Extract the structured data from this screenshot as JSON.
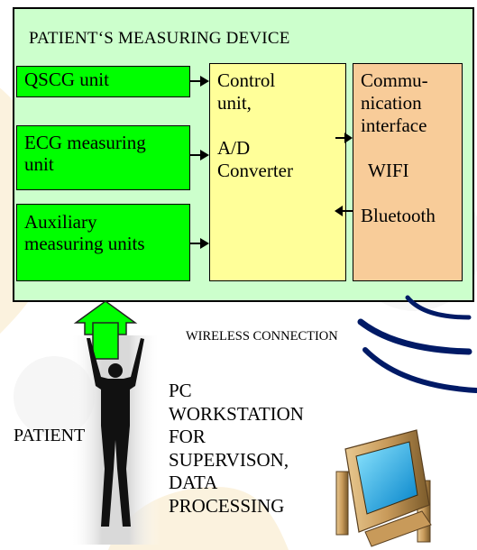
{
  "device": {
    "title": "PATIENT‘S  MEASURING DEVICE",
    "units": {
      "qscg": [
        "QSCG unit"
      ],
      "ecg": [
        "ECG measuring",
        "unit"
      ],
      "aux": [
        "Auxiliary",
        "measuring units"
      ]
    },
    "control": [
      "Control",
      "unit,",
      "",
      "A/D",
      "Converter"
    ],
    "comm": [
      "Commu-",
      "nication",
      "interface",
      "",
      " WIFI",
      "",
      "Bluetooth"
    ]
  },
  "wireless_label": "WIRELESS CONNECTION",
  "patient_label": "PATIENT",
  "pc_label": [
    "PC",
    "WORKSTATION",
    "FOR",
    "SUPERVISON,",
    "DATA",
    "PROCESSING"
  ],
  "colors": {
    "device_bg": "#ccffcc",
    "unit_green": "#00ff00",
    "control_yellow": "#ffff99",
    "comm_orange": "#f8cc99",
    "wave_navy": "#001a66"
  }
}
